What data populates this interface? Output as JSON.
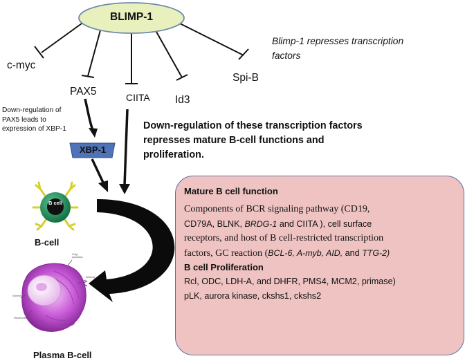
{
  "hub": {
    "label": "BLIMP-1",
    "fill": "#e8f0bd"
  },
  "targets": [
    {
      "id": "cmyc",
      "label": "c-myc"
    },
    {
      "id": "pax5",
      "label": "PAX5"
    },
    {
      "id": "ciita",
      "label": "CIITA"
    },
    {
      "id": "id3",
      "label": "Id3"
    },
    {
      "id": "spib",
      "label": "Spi-B"
    }
  ],
  "repression_note": [
    "Blimp-1 represses transcription",
    "factors"
  ],
  "pax5_note": [
    "Down-regulation of",
    "PAX5 leads to",
    "expression of XBP-1"
  ],
  "xbp1": {
    "label": "XBP-1",
    "fill": "#4f73b7"
  },
  "downreg_note": [
    "Down-regulation of these transcription factors",
    "represses mature B-cell functions and",
    "proliferation."
  ],
  "cells": {
    "bcell_badge": "B cell",
    "bcell_label": "B-cell",
    "plasma_label": "Plasma B-cell",
    "organelles": [
      "Golgi apparatus",
      "Nucleus",
      "Antibody",
      "Mitochondria"
    ]
  },
  "box": {
    "fill": "#eec3c1",
    "border": "#5b6fa6",
    "heading1": "Mature B cell function",
    "bcr": {
      "a": "Components of BCR signaling pathway (CD19,",
      "b": "CD79A, BLNK, ",
      "c": "BRDG-1",
      "d": " and CIITA ),  cell surface",
      "e": "receptors, and  host of B cell-restricted transcription",
      "f": "factors, GC reaction (",
      "g": "BCL-6, A-myb, AID,",
      "h": " and ",
      "i": "TTG-2)"
    },
    "heading2": "B cell Proliferation",
    "prolif_line1": "Rcl, ODC, LDH-A, and DHFR, PMS4, MCM2, primase)",
    "prolif_line2": "pLK, aurora kinase, ckshs1, ckshs2"
  }
}
